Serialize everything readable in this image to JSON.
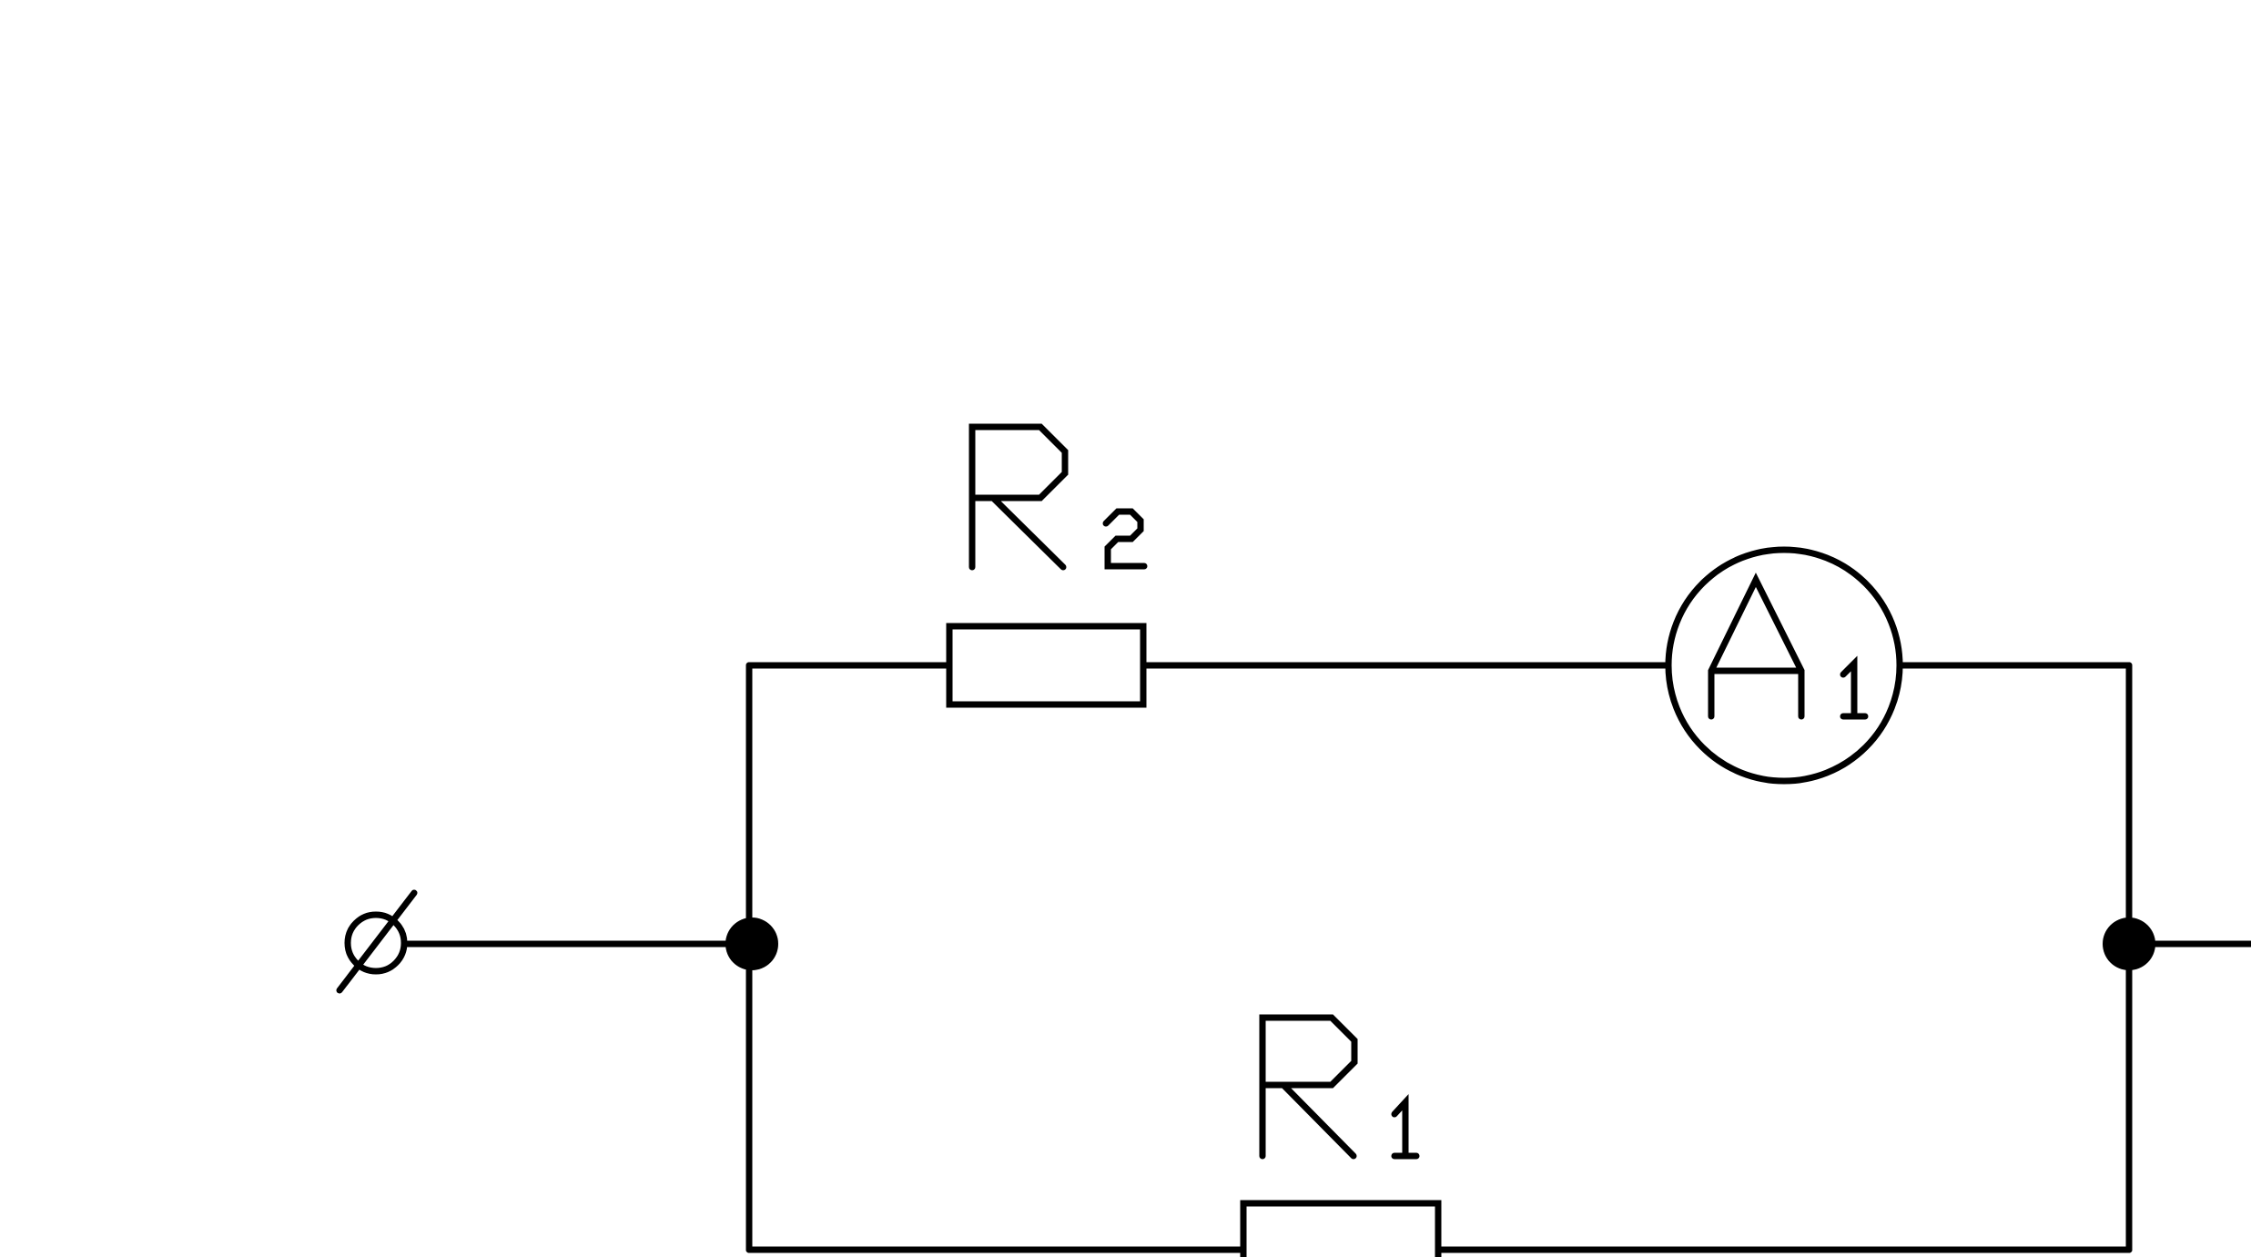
{
  "diagram": {
    "components": {
      "r2": {
        "letter": "R",
        "index": "2"
      },
      "r1": {
        "letter": "R",
        "index": "1"
      },
      "a1": {
        "letter": "A",
        "index": "1"
      }
    },
    "colors": {
      "stroke": "#000000",
      "background": "#ffffff"
    }
  }
}
